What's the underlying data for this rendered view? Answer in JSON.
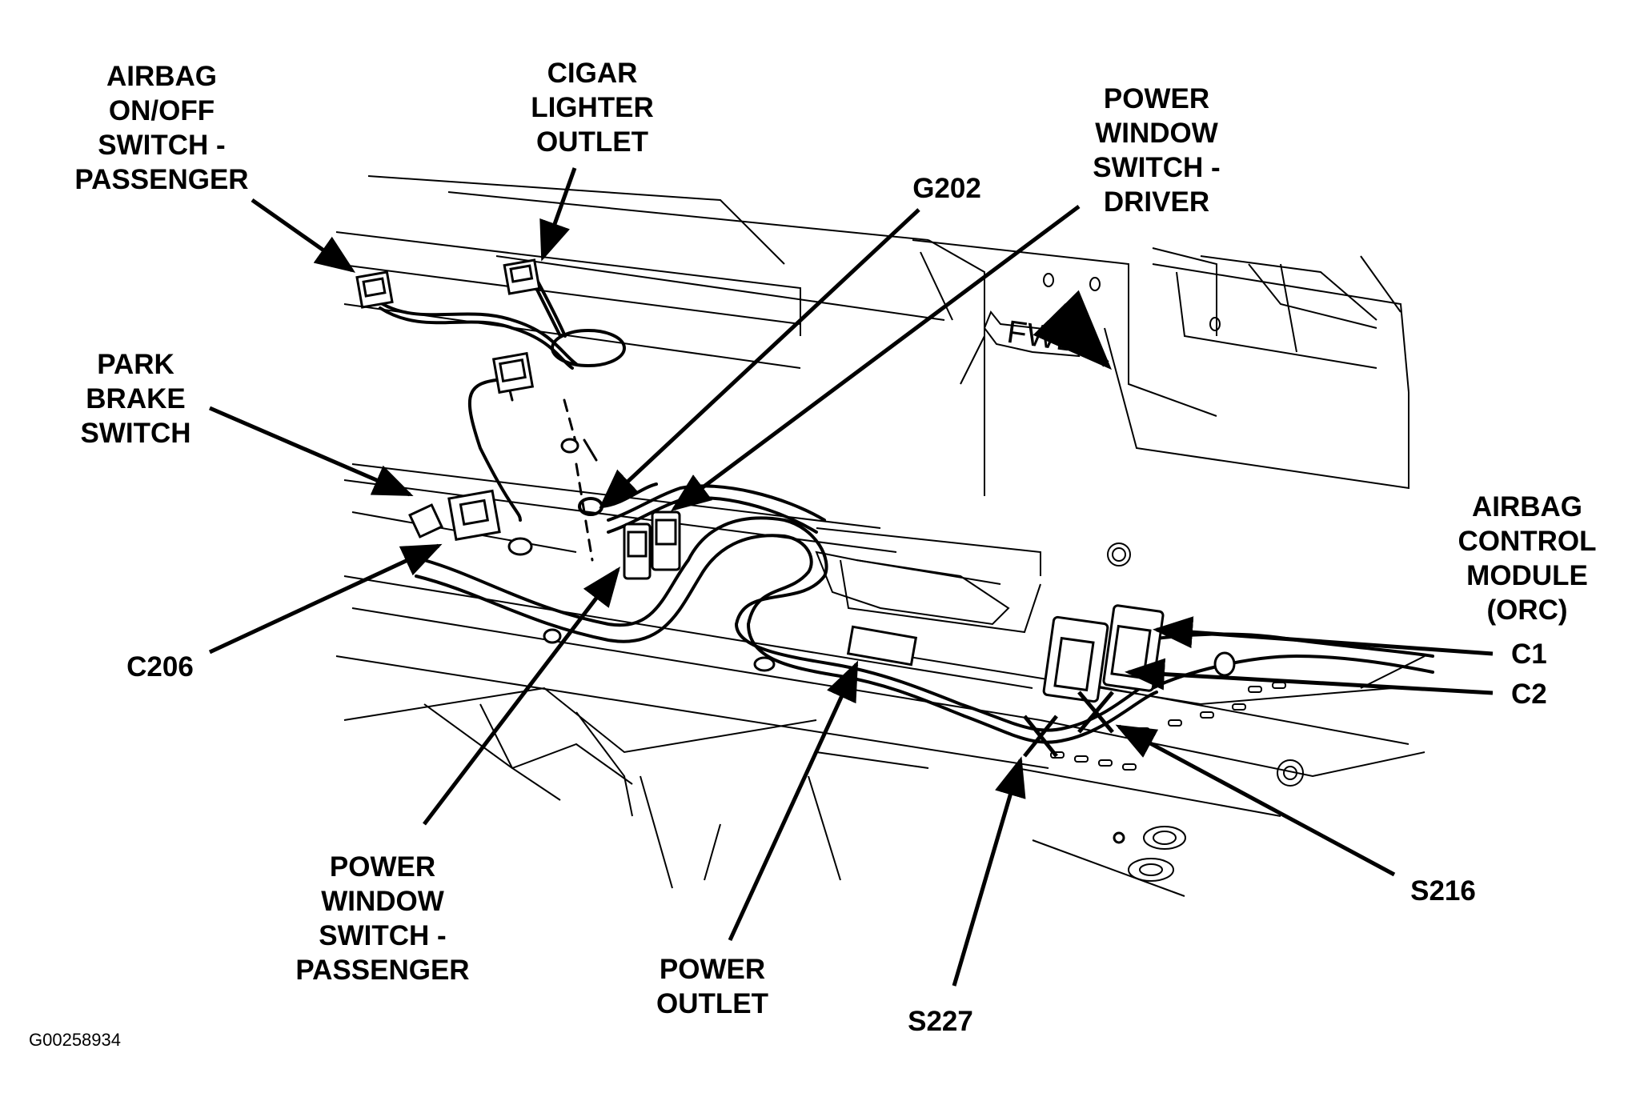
{
  "figure_id": "G00258934",
  "fwd_text": "FWD",
  "labels": {
    "airbag_switch": [
      "AIRBAG",
      "ON/OFF",
      "SWITCH -",
      "PASSENGER"
    ],
    "cigar_lighter": [
      "CIGAR",
      "LIGHTER",
      "OUTLET"
    ],
    "power_window_driver": [
      "POWER",
      "WINDOW",
      "SWITCH -",
      "DRIVER"
    ],
    "g202": "G202",
    "park_brake": [
      "PARK",
      "BRAKE",
      "SWITCH"
    ],
    "airbag_module": [
      "AIRBAG",
      "CONTROL",
      "MODULE",
      "(ORC)"
    ],
    "c1": "C1",
    "c2": "C2",
    "c206": "C206",
    "power_window_passenger": [
      "POWER",
      "WINDOW",
      "SWITCH -",
      "PASSENGER"
    ],
    "power_outlet": [
      "POWER",
      "OUTLET"
    ],
    "s227": "S227",
    "s216": "S216"
  },
  "colors": {
    "ink": "#000000",
    "paper": "#ffffff"
  }
}
